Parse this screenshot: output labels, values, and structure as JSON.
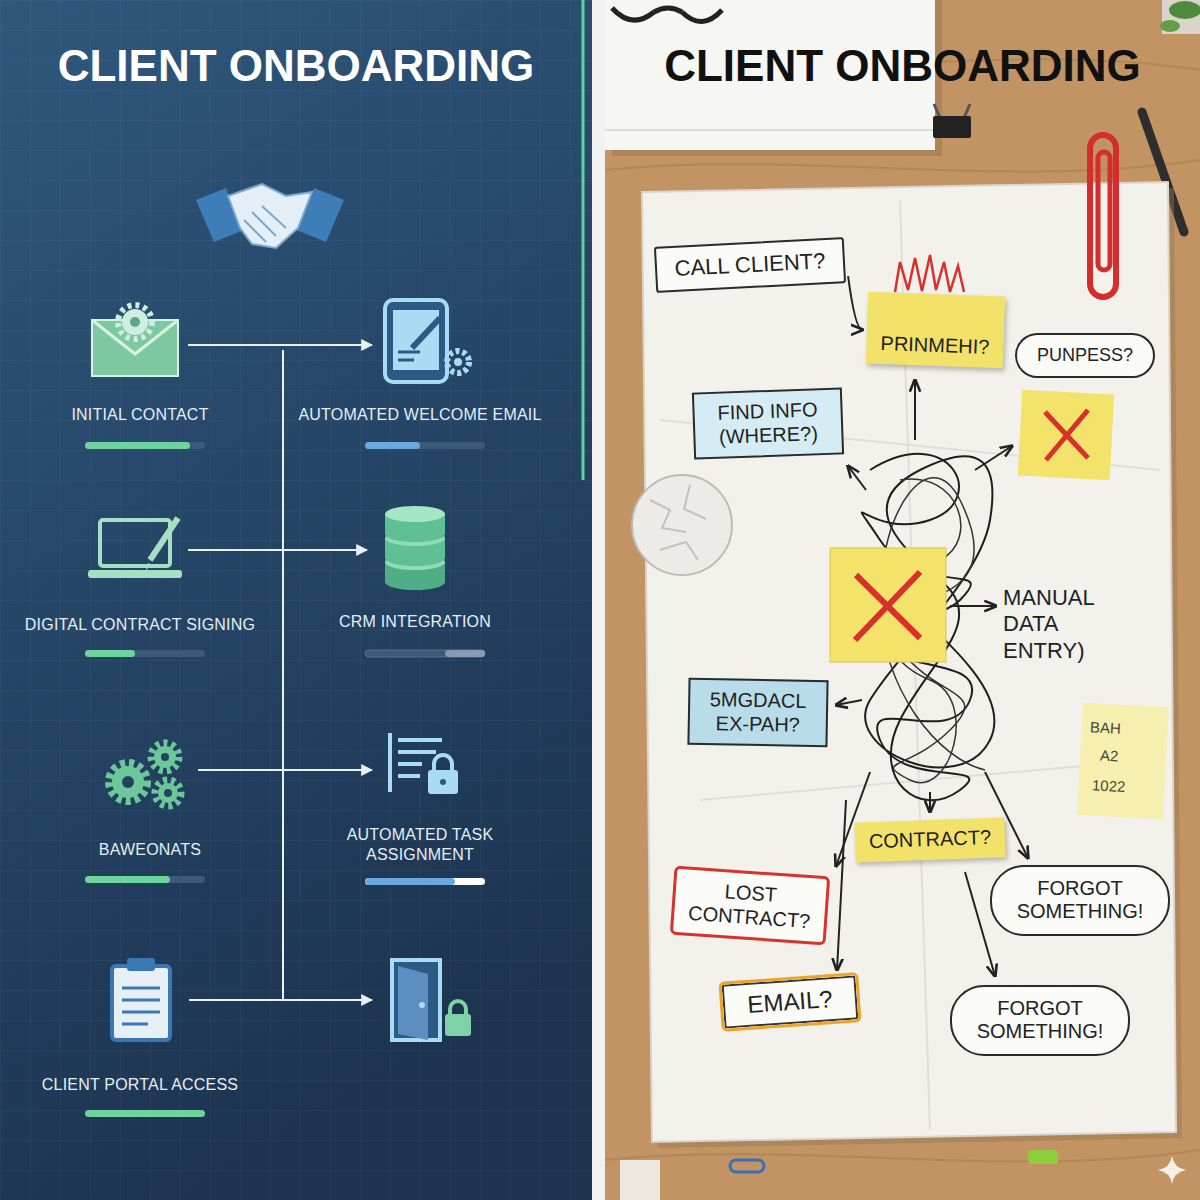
{
  "diagram": {
    "title": "CLIENT ONBOARDING",
    "nodes": [
      {
        "text": [
          "INITIAL CONTACT"
        ]
      },
      {
        "text": [
          "AUTOMATED WELCOME EMAIL"
        ]
      },
      {
        "text": [
          "DIGITAL CONTRACT SIGNING"
        ]
      },
      {
        "text": [
          "CRM INTEGRATION"
        ]
      },
      {
        "text": [
          "BAWEONATS"
        ]
      },
      {
        "text": [
          "AUTOMATED TASK ASSIGNMENT"
        ]
      },
      {
        "text": [
          "CLIENT PORTAL ACCESS"
        ]
      },
      {
        "text": [
          "CALL CLIENT?"
        ]
      },
      {
        "text": [
          "PRINMEHI?"
        ]
      },
      {
        "text": [
          "PUNPESS?"
        ]
      },
      {
        "text": [
          "FIND INFO (WHERE?)"
        ]
      },
      {
        "text": [
          "5MGDACL EX-PAH?"
        ]
      },
      {
        "text": [
          "CONTRACT?"
        ]
      },
      {
        "text": [
          "LOST CONTRACT?"
        ]
      },
      {
        "text": [
          "FORGOT SOMETHING!"
        ]
      },
      {
        "text": [
          "EMAIL?"
        ]
      },
      {
        "text": [
          "FORGOT SOMETHING!"
        ]
      }
    ],
    "edges": [
      {
        "from": 0,
        "to": 1,
        "arrow": "to"
      },
      {
        "from": 2,
        "to": 3,
        "arrow": "to"
      },
      {
        "from": 4,
        "to": 5,
        "arrow": "to"
      },
      {
        "from": 7,
        "to": 8,
        "arrow": "to"
      }
    ],
    "labels": [
      "CLIENT ONBOARDING",
      "MANUAL DATA ENTRY)",
      "BAH",
      "A2",
      "1022"
    ]
  }
}
